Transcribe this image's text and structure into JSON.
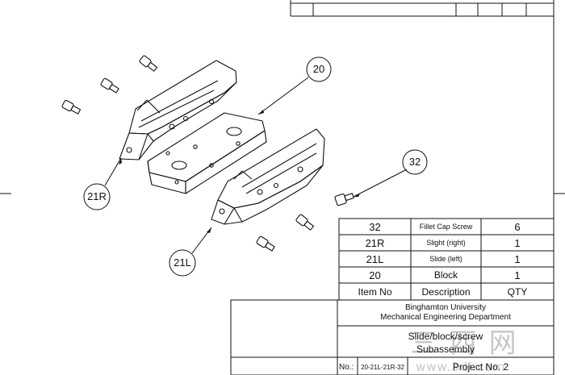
{
  "balloons": {
    "b20": "20",
    "b21r": "21R",
    "b21l": "21L",
    "b32": "32"
  },
  "bom": {
    "rows": [
      {
        "item": "32",
        "description": "Fillet Cap Screw",
        "qty": "6"
      },
      {
        "item": "21R",
        "description": "Slight (right)",
        "qty": "1"
      },
      {
        "item": "21L",
        "description": "Slide (left)",
        "qty": "1"
      },
      {
        "item": "20",
        "description": "Block",
        "qty": "1"
      }
    ],
    "header": {
      "item": "Item No",
      "description": "Description",
      "qty": "QTY"
    }
  },
  "title_block": {
    "org_line1": "Binghamton University",
    "org_line2": "Mechanical Engineering Department",
    "title_line1": "Slide/block/screw",
    "title_line2": "Subassembly",
    "no_label": "No.:",
    "drawing_no": "20-21L-21R-32",
    "project": "Project No. 2"
  },
  "watermark": {
    "cn": "三 西 网",
    "url": "www.3dl.com"
  },
  "colors": {
    "line": "#111111",
    "watermark": "#c8c8c8"
  }
}
